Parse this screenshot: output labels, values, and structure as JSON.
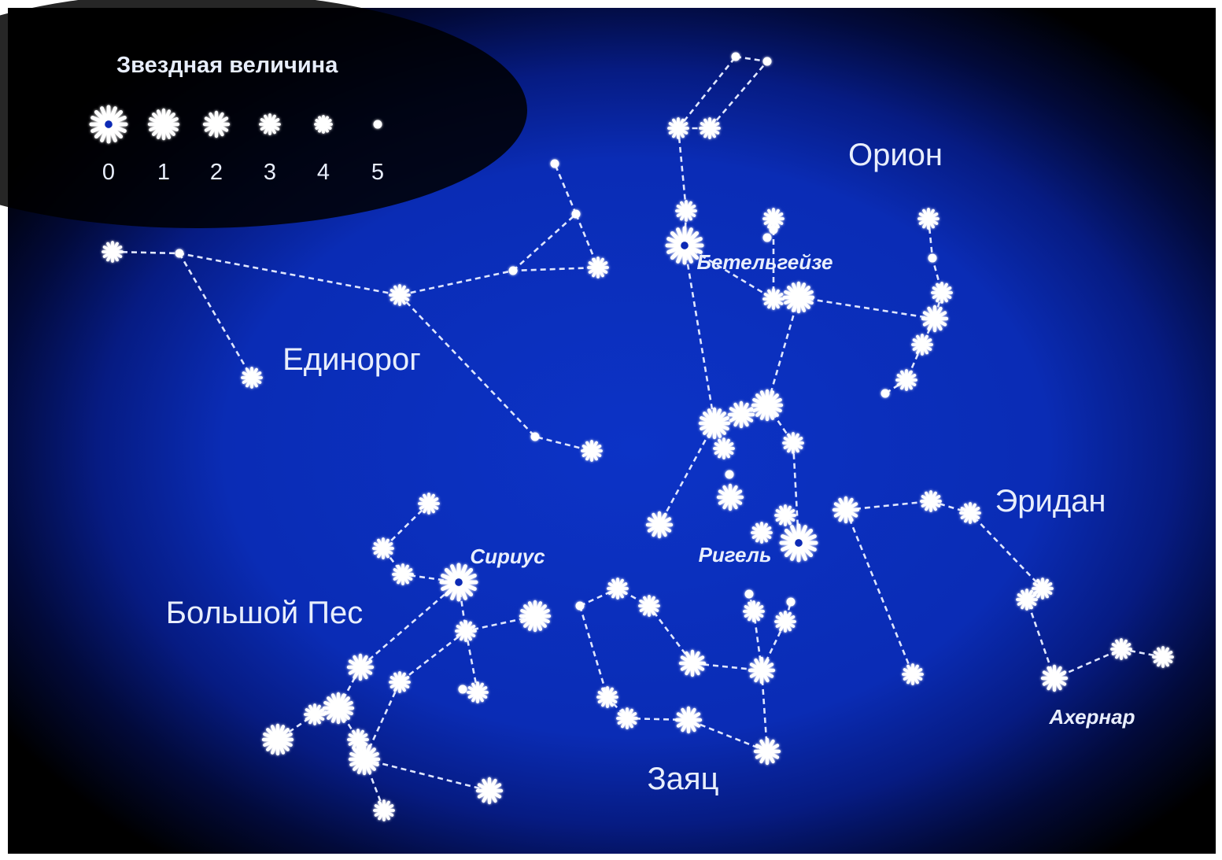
{
  "legend": {
    "title": "Звездная величина",
    "magnitudes": [
      "0",
      "1",
      "2",
      "3",
      "4",
      "5"
    ]
  },
  "constellations": {
    "orion": "Орион",
    "monoceros": "Единорог",
    "eridanus": "Эридан",
    "canis_major": "Большой Пес",
    "lepus": "Заяц"
  },
  "stars": {
    "betelgeuse": "Бетельгейзе",
    "rigel": "Ригель",
    "sirius": "Сириус",
    "achernar": "Ахернар"
  },
  "colors": {
    "sky_center": "#0b2fc0",
    "sky_edge": "#000000",
    "star": "#ffffff",
    "line": "#dfe6ff"
  }
}
